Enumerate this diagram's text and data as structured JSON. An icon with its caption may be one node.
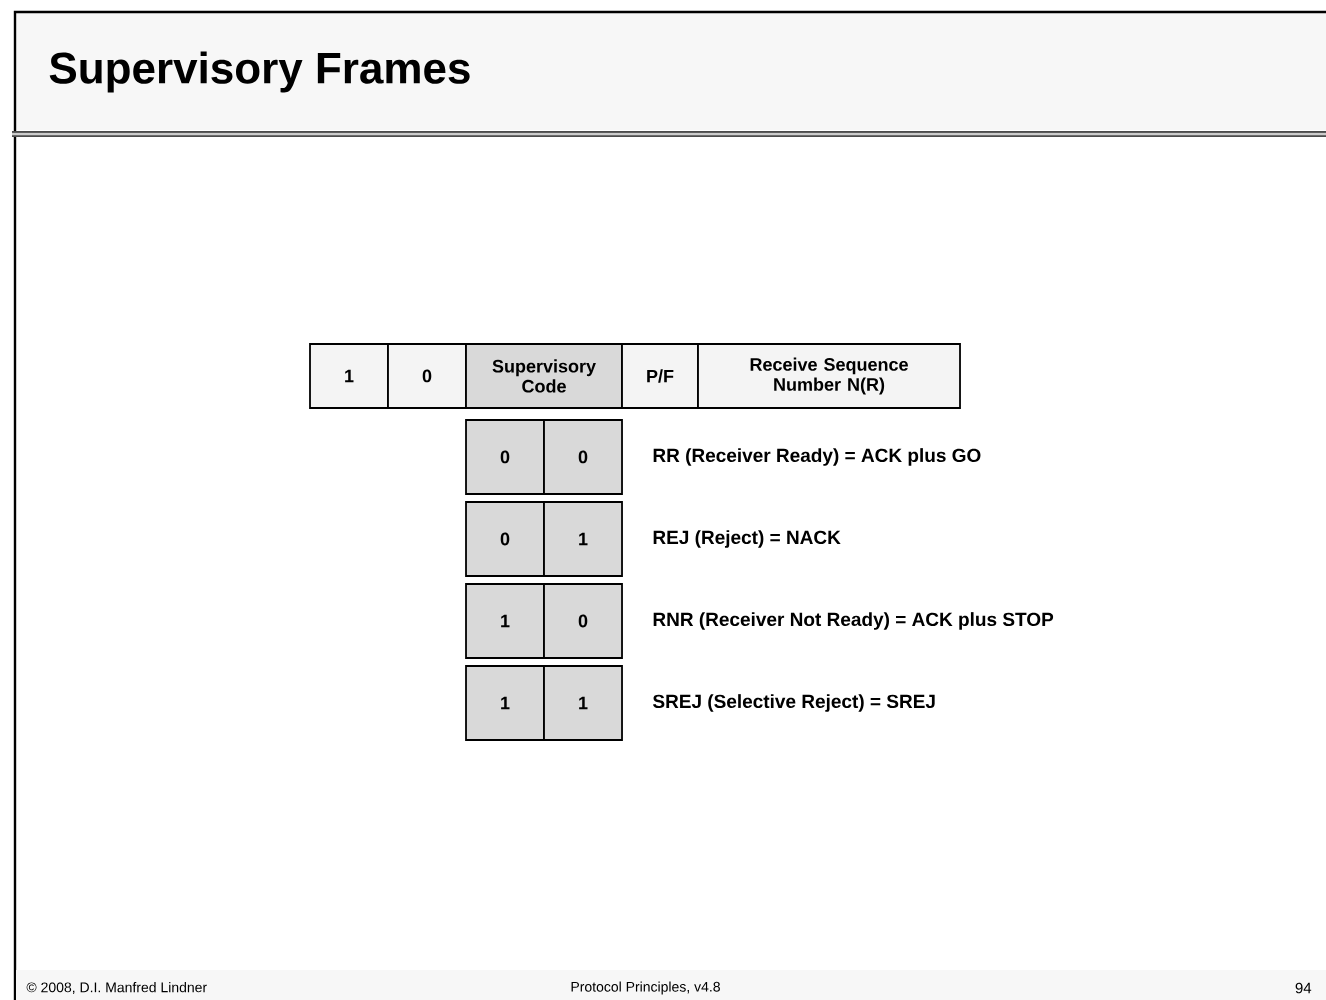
{
  "diagram": {
    "title": "Supervisory Frames",
    "nodes": [
      {
        "text": [
          "1"
        ]
      },
      {
        "text": [
          "0"
        ]
      },
      {
        "text": [
          "Supervisory Code"
        ]
      },
      {
        "text": [
          "P/F"
        ]
      },
      {
        "text": [
          "Receive Sequence Number N(R)"
        ]
      },
      {
        "text": [
          "0"
        ]
      },
      {
        "text": [
          "0"
        ]
      },
      {
        "text": [
          "0"
        ]
      },
      {
        "text": [
          "1"
        ]
      },
      {
        "text": [
          "1"
        ]
      },
      {
        "text": [
          "0"
        ]
      },
      {
        "text": [
          "1"
        ]
      },
      {
        "text": [
          "1"
        ]
      }
    ],
    "labels": [
      "RR (Receiver Ready) = ACK plus GO",
      "REJ (Reject) = NACK",
      "RNR (Receiver Not Ready) = ACK plus STOP",
      "SREJ (Selective Reject) = SREJ",
      "© 2008, D.I. Manfred Lindner",
      "Protocol Principles, v4.8",
      "94"
    ]
  }
}
